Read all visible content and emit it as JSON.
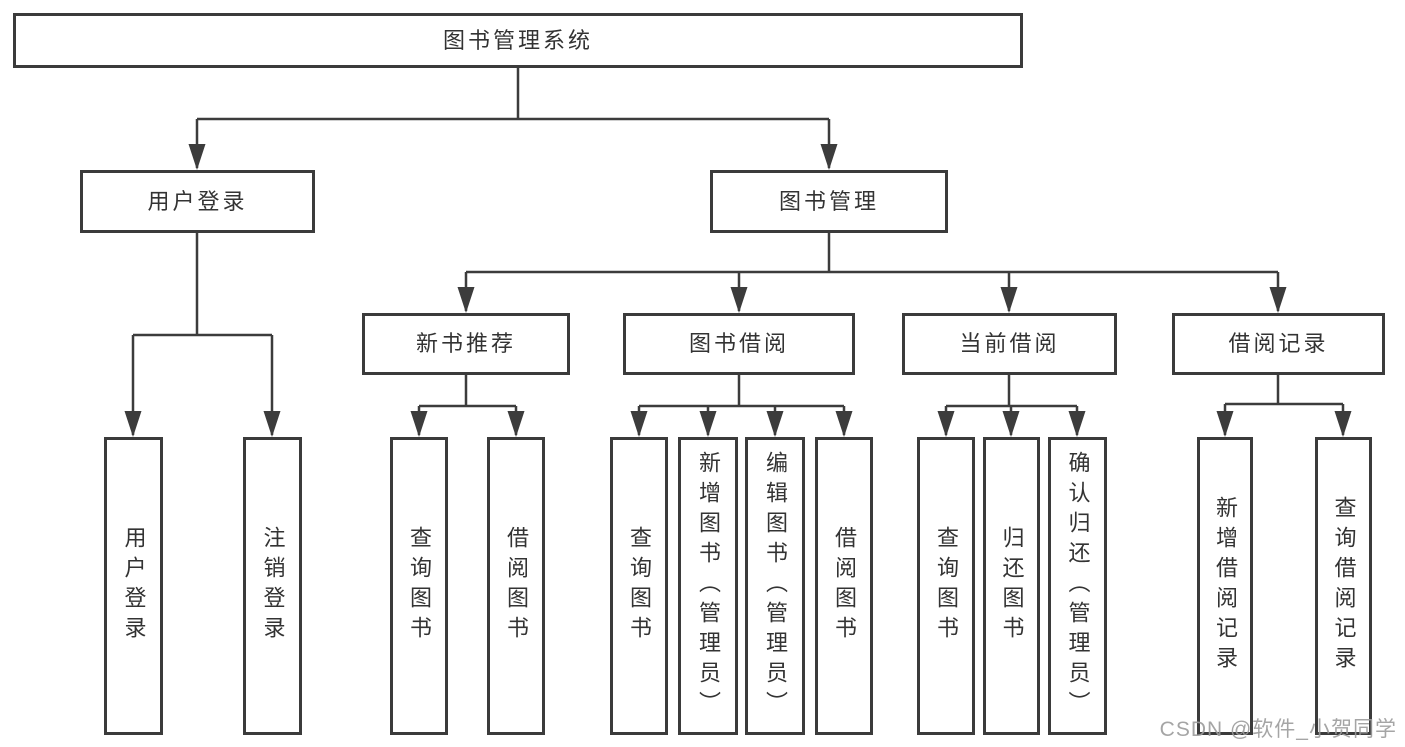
{
  "diagram": {
    "tree": {
      "label": "图书管理系统",
      "children": [
        {
          "label": "用户登录",
          "children": [
            {
              "label": "用户登录"
            },
            {
              "label": "注销登录"
            }
          ]
        },
        {
          "label": "图书管理",
          "children": [
            {
              "label": "新书推荐",
              "children": [
                {
                  "label": "查询图书"
                },
                {
                  "label": "借阅图书"
                }
              ]
            },
            {
              "label": "图书借阅",
              "children": [
                {
                  "label": "查询图书"
                },
                {
                  "label": "新增图书（管理员）"
                },
                {
                  "label": "编辑图书（管理员）"
                },
                {
                  "label": "借阅图书"
                }
              ]
            },
            {
              "label": "当前借阅",
              "children": [
                {
                  "label": "查询图书"
                },
                {
                  "label": "归还图书"
                },
                {
                  "label": "确认归还（管理员）"
                }
              ]
            },
            {
              "label": "借阅记录",
              "children": [
                {
                  "label": "新增借阅记录"
                },
                {
                  "label": "查询借阅记录"
                }
              ]
            }
          ]
        }
      ]
    },
    "colors": {
      "line": "#3c3c3c",
      "box_border": "#3b3b3b",
      "text": "#333333",
      "background": "#ffffff"
    }
  },
  "watermark": {
    "text": "CSDN @软件_小贺同学",
    "color": "#9c9c9c"
  }
}
